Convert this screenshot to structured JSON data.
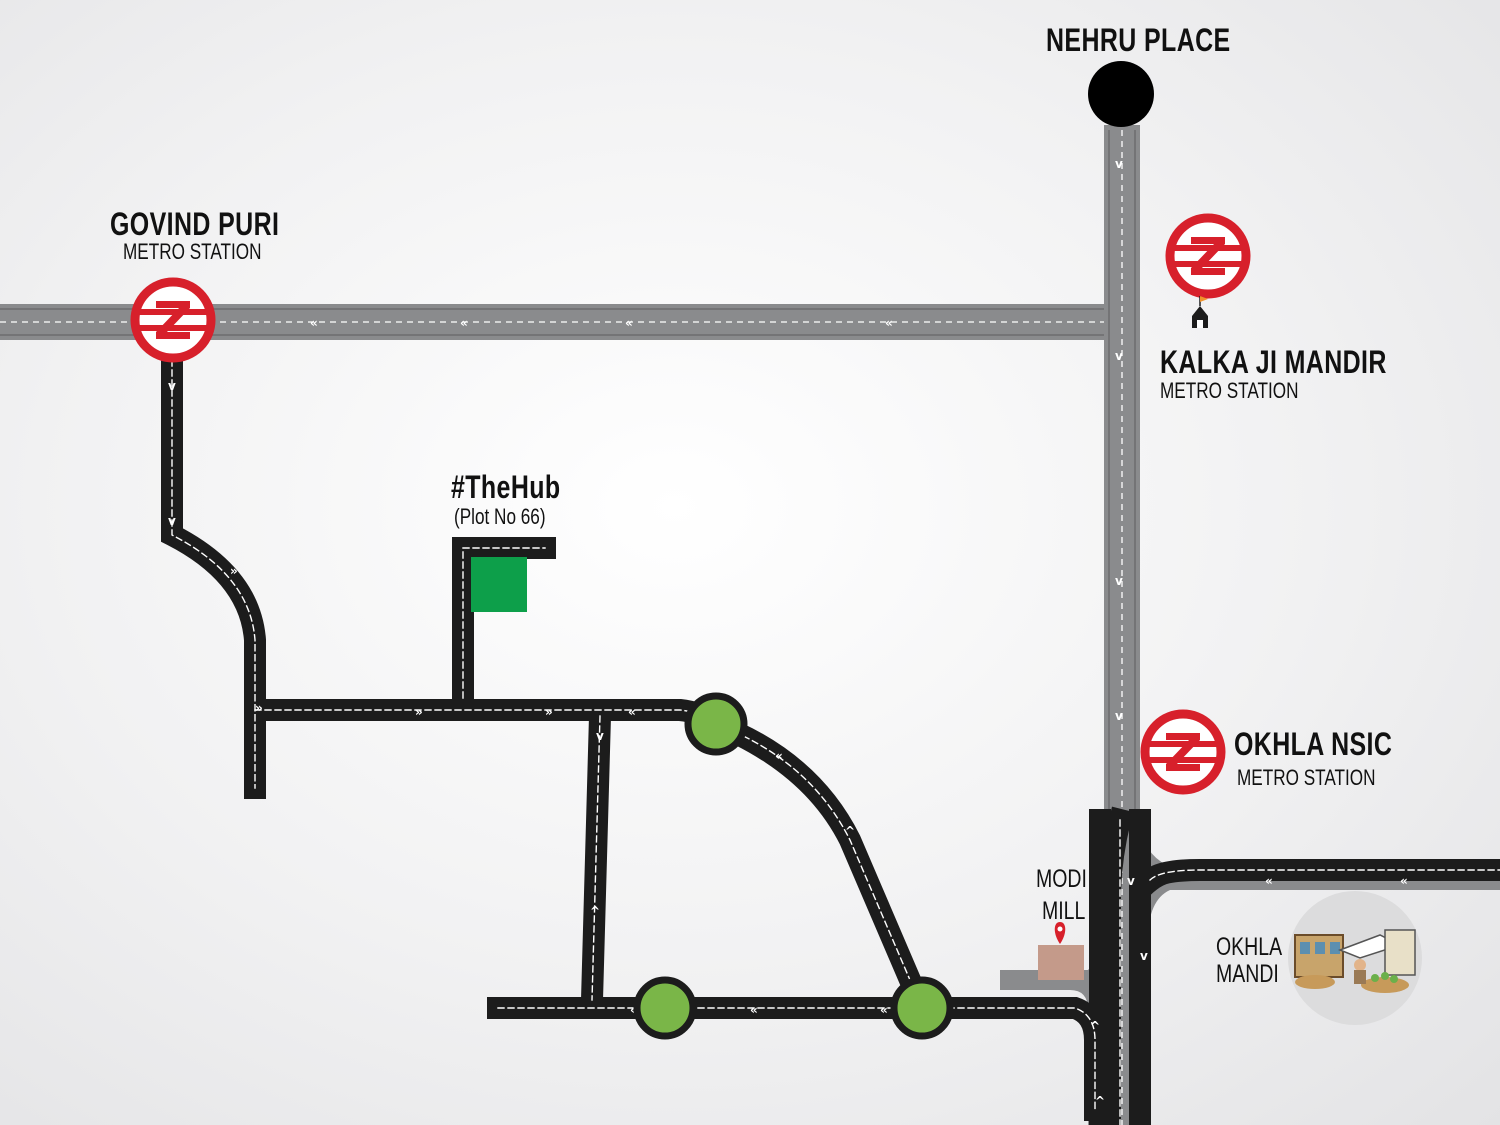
{
  "places": {
    "nehru_place": {
      "name": "NEHRU PLACE"
    },
    "govind_puri": {
      "name": "GOVIND PURI",
      "sub": "METRO STATION"
    },
    "kalkaji": {
      "name": "KALKA JI MANDIR",
      "sub": "METRO STATION"
    },
    "okhla_nsic": {
      "name": "OKHLA NSIC",
      "sub": "METRO STATION"
    },
    "the_hub": {
      "name": "#TheHub",
      "sub": "(Plot No 66)"
    },
    "modi_mill": {
      "line1": "MODI",
      "line2": "MILL"
    },
    "okhla_mandi": {
      "line1": "OKHLA",
      "line2": "MANDI"
    }
  },
  "colors": {
    "road": "#1c1c1c",
    "road_edge": "#ffffff",
    "highway": "#8a8b8d",
    "metro_red": "#d7202b",
    "roundabout_green": "#7ab648",
    "hub_green": "#0d9f4a",
    "modi_mill_fill": "#c49a8a",
    "marker_red": "#d7202b"
  },
  "icons": {
    "metro": "delhi-metro-logo-icon",
    "temple": "temple-icon",
    "pin": "map-pin-icon",
    "mandi": "market-illustration-icon"
  }
}
